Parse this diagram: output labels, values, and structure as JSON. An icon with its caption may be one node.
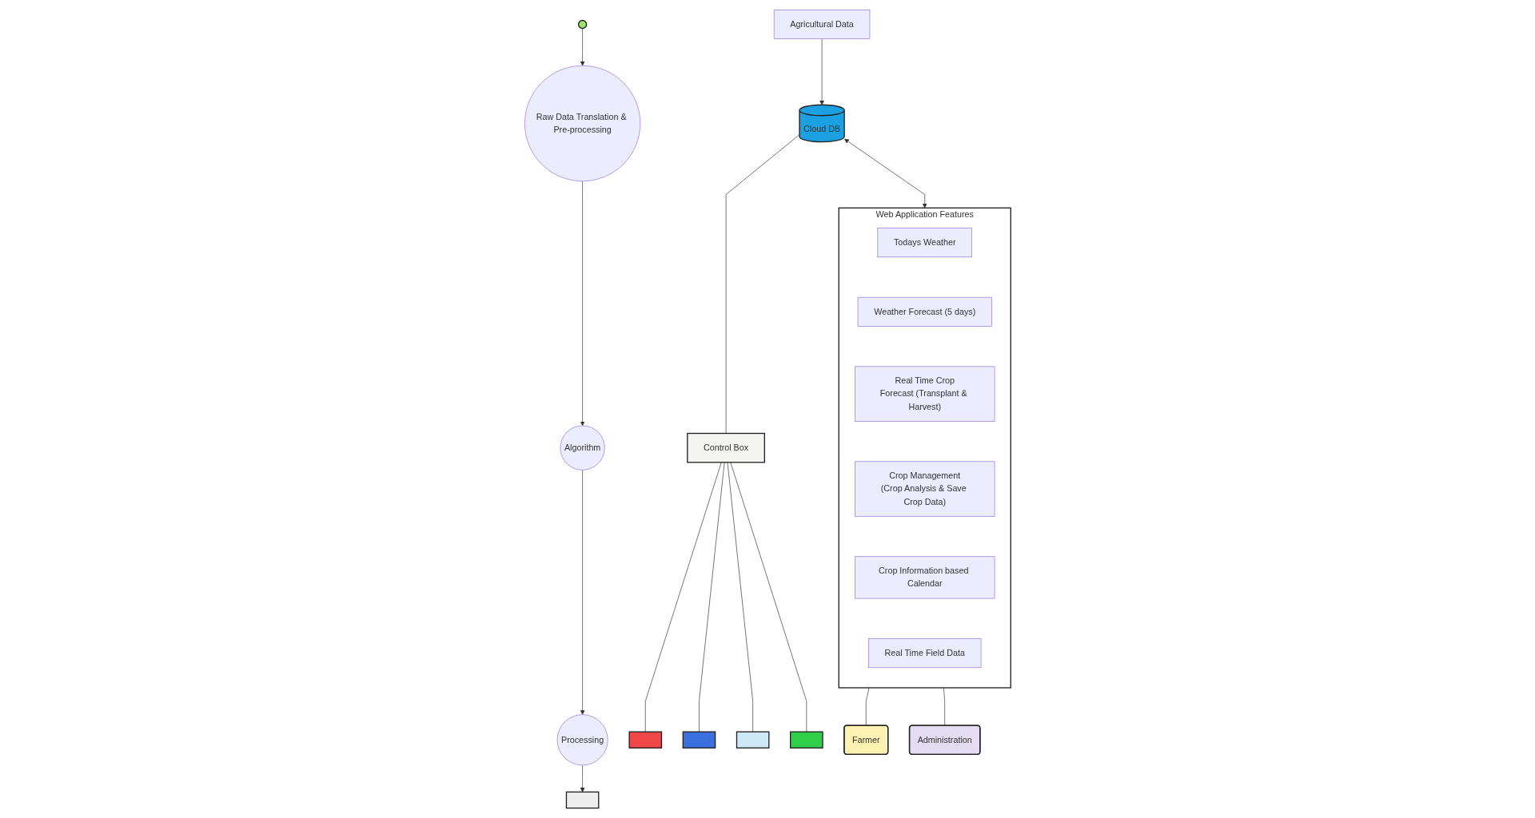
{
  "diagram": {
    "nodes": [
      {
        "text": [],
        "shape": "circle"
      },
      {
        "text": [
          "Agricultural Data"
        ]
      },
      {
        "text": [
          "Cloud DB"
        ]
      },
      {
        "text": [
          "Raw Data Translation & Pre-processing"
        ]
      },
      {
        "text": [
          "Algorithm"
        ]
      },
      {
        "text": [
          "Processing"
        ]
      },
      {
        "text": [],
        "shape": "box"
      },
      {
        "text": [
          "Control Box"
        ]
      },
      {
        "text": [],
        "shape": "box"
      },
      {
        "text": [],
        "shape": "box"
      },
      {
        "text": [],
        "shape": "box"
      },
      {
        "text": [],
        "shape": "box"
      },
      {
        "text": [
          "Web Application Features"
        ]
      },
      {
        "text": [
          "Todays Weather"
        ],
        "in": 12
      },
      {
        "text": [
          "Weather Forecast (5 days)"
        ],
        "in": 12
      },
      {
        "text": [
          "Real Time Crop",
          "Forecast (Transplant & Harvest)"
        ],
        "in": 12
      },
      {
        "text": [
          "Crop Management",
          "(Crop Analysis & Save Crop Data)"
        ],
        "in": 12
      },
      {
        "text": [
          "Crop Information based Calendar"
        ],
        "in": 12
      },
      {
        "text": [
          "Real Time Field Data"
        ],
        "in": 12
      },
      {
        "text": [
          "Farmer"
        ]
      },
      {
        "text": [
          "Administration"
        ]
      }
    ],
    "edges": [
      {
        "from": 0,
        "to": 3,
        "arrow": "to"
      },
      {
        "from": 3,
        "to": 4,
        "arrow": "to"
      },
      {
        "from": 4,
        "to": 5,
        "arrow": "to"
      },
      {
        "from": 5,
        "to": 6,
        "arrow": "to"
      },
      {
        "from": 1,
        "to": 2,
        "arrow": "to"
      },
      {
        "from": 2,
        "to": 12,
        "arrow": "both"
      },
      {
        "from": 2,
        "to": 7,
        "arrow": "none"
      },
      {
        "from": 7,
        "to": 8,
        "arrow": "none"
      },
      {
        "from": 7,
        "to": 9,
        "arrow": "none"
      },
      {
        "from": 7,
        "to": 10,
        "arrow": "none"
      },
      {
        "from": 7,
        "to": 11,
        "arrow": "none"
      },
      {
        "from": 12,
        "to": 19,
        "arrow": "none"
      },
      {
        "from": 12,
        "to": 20,
        "arrow": "none"
      }
    ]
  }
}
